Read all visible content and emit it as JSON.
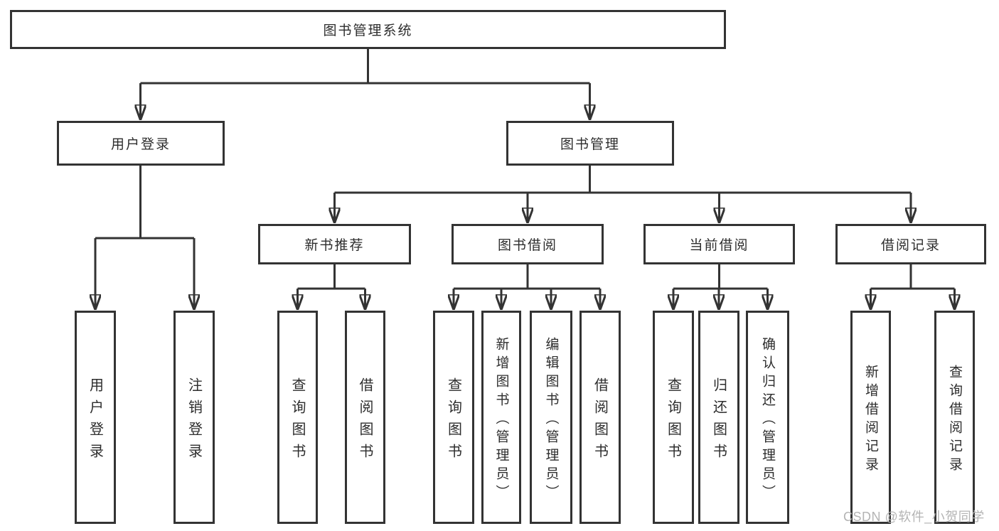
{
  "diagram": {
    "watermark": "CSDN @软件_小贺同学",
    "colors": {
      "line": "#333333",
      "box_border": "#333333",
      "text": "#2d2d2d",
      "watermark": "#b4b4b4",
      "background": "#ffffff"
    },
    "tree": {
      "label": "图书管理系统",
      "children": [
        {
          "label": "用户登录",
          "children": [
            {
              "label": "用户登录"
            },
            {
              "label": "注销登录"
            }
          ]
        },
        {
          "label": "图书管理",
          "children": [
            {
              "label": "新书推荐",
              "children": [
                {
                  "label": "查询图书"
                },
                {
                  "label": "借阅图书"
                }
              ]
            },
            {
              "label": "图书借阅",
              "children": [
                {
                  "label": "查询图书"
                },
                {
                  "label": "新增图书（管理员）"
                },
                {
                  "label": "编辑图书（管理员）"
                },
                {
                  "label": "借阅图书"
                }
              ]
            },
            {
              "label": "当前借阅",
              "children": [
                {
                  "label": "查询图书"
                },
                {
                  "label": "归还图书"
                },
                {
                  "label": "确认归还（管理员）"
                }
              ]
            },
            {
              "label": "借阅记录",
              "children": [
                {
                  "label": "新增借阅记录"
                },
                {
                  "label": "查询借阅记录"
                }
              ]
            }
          ]
        }
      ]
    }
  }
}
